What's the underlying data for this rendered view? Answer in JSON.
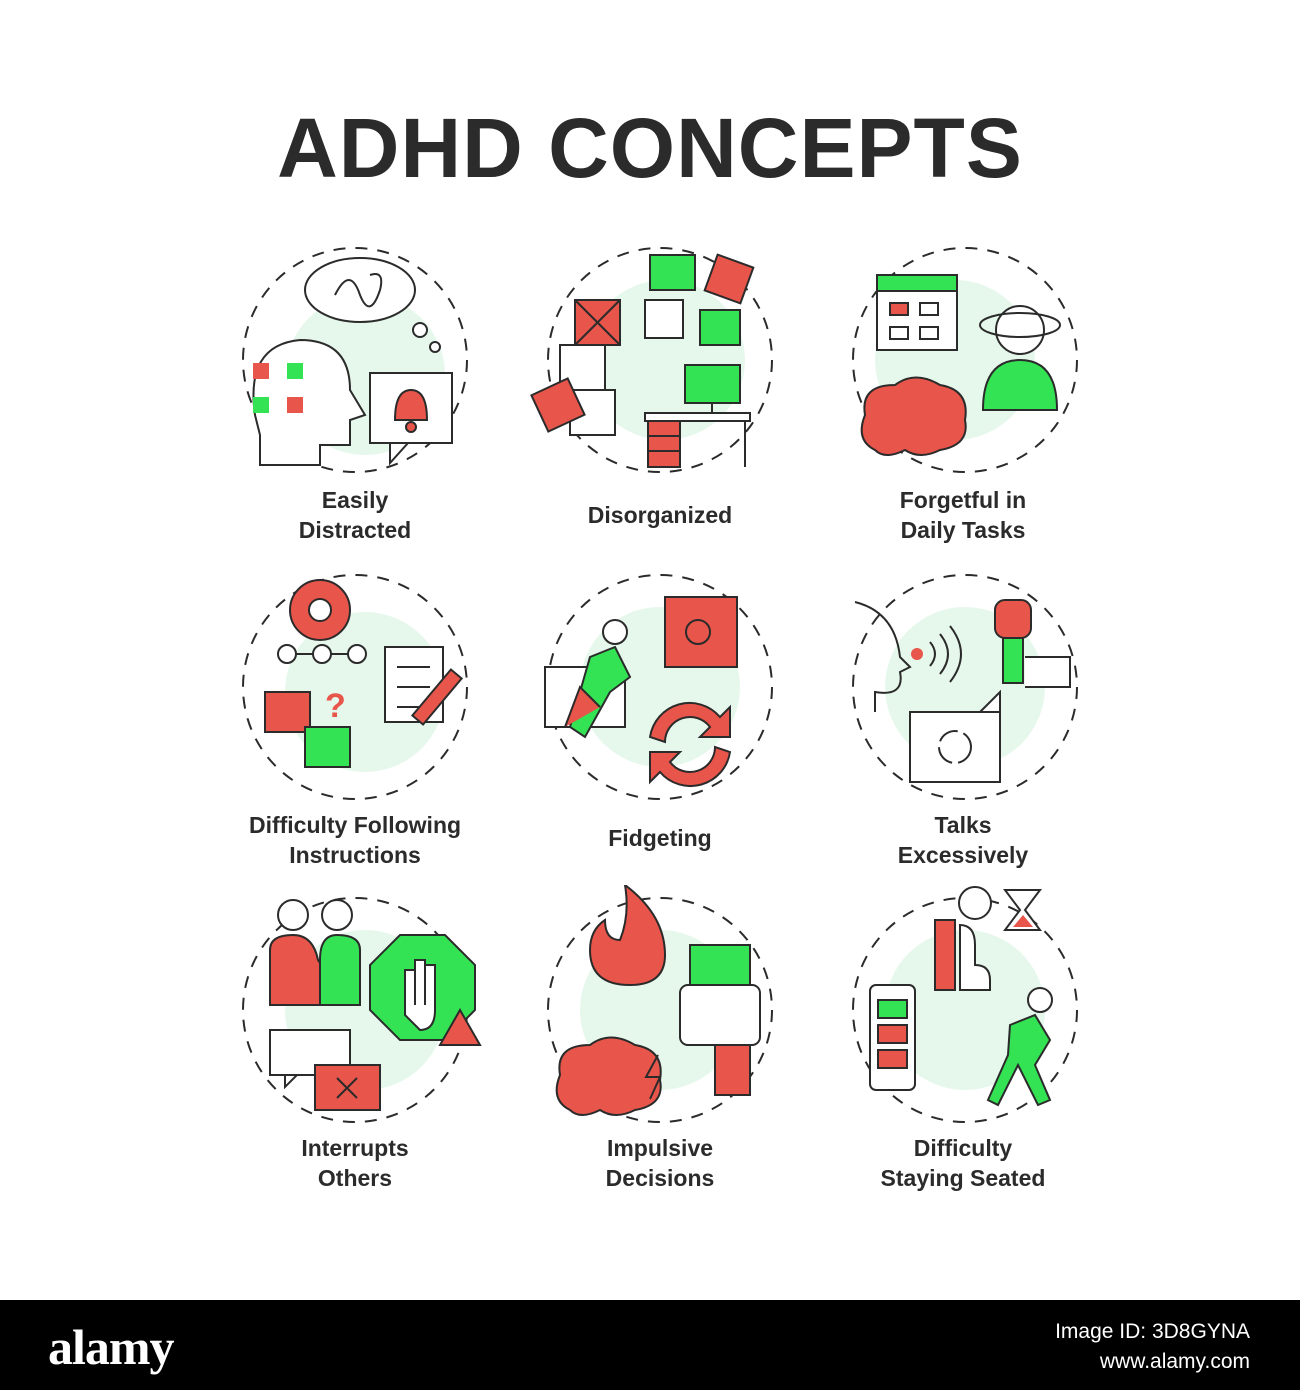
{
  "title": "ADHD CONCEPTS",
  "colors": {
    "red": "#e8554a",
    "green": "#33e354",
    "mint": "#e6f8ec",
    "stroke": "#2b2b2b"
  },
  "concepts": [
    {
      "lines": [
        "Easily",
        "Distracted"
      ],
      "icon": "distracted-head-icon"
    },
    {
      "lines": [
        "Disorganized"
      ],
      "icon": "puzzle-desk-icon"
    },
    {
      "lines": [
        "Forgetful in",
        "Daily Tasks"
      ],
      "icon": "calendar-brain-icon"
    },
    {
      "lines": [
        "Difficulty Following",
        "Instructions"
      ],
      "icon": "gear-checklist-icon"
    },
    {
      "lines": [
        "Fidgeting"
      ],
      "icon": "fidget-chair-icon"
    },
    {
      "lines": [
        "Talks",
        "Excessively"
      ],
      "icon": "speaking-microphone-icon"
    },
    {
      "lines": [
        "Interrupts",
        "Others"
      ],
      "icon": "stop-hand-chat-icon"
    },
    {
      "lines": [
        "Impulsive",
        "Decisions"
      ],
      "icon": "fire-money-brain-icon"
    },
    {
      "lines": [
        "Difficulty",
        "Staying Seated"
      ],
      "icon": "running-battery-icon"
    }
  ],
  "footer": {
    "logo": "alamy",
    "image_id": "Image ID: 3D8GYNA",
    "url": "www.alamy.com"
  }
}
